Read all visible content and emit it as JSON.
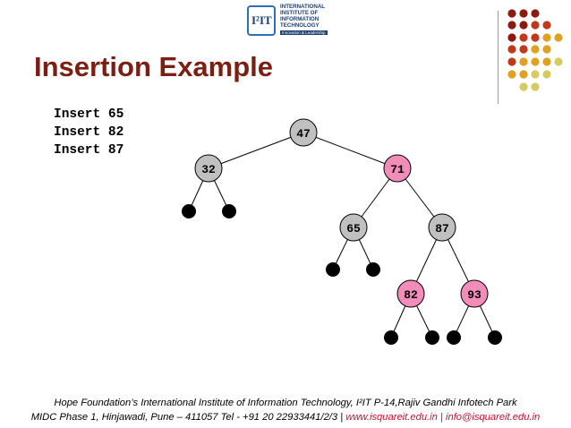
{
  "logo": {
    "mark": "I²IT",
    "lines": [
      "INTERNATIONAL",
      "INSTITUTE OF",
      "INFORMATION",
      "TECHNOLOGY"
    ],
    "tagline": "Innovation & Leadership"
  },
  "slide": {
    "title": "Insertion Example",
    "commands": [
      "Insert 65",
      "Insert 82",
      "Insert 87"
    ]
  },
  "tree": {
    "nodes": [
      {
        "key": "47",
        "color": "gray"
      },
      {
        "key": "32",
        "color": "gray"
      },
      {
        "key": "71",
        "color": "pink"
      },
      {
        "key": "65",
        "color": "gray"
      },
      {
        "key": "87",
        "color": "gray"
      },
      {
        "key": "82",
        "color": "pink"
      },
      {
        "key": "93",
        "color": "pink"
      }
    ],
    "colors": {
      "gray": "#c0c0c0",
      "pink": "#f28cb8",
      "leaf": "#000000"
    }
  },
  "footer": {
    "line1": "Hope Foundation’s International Institute of Information Technology, I²IT P-14,Rajiv Gandhi Infotech Park",
    "line2_prefix": "MIDC Phase 1, Hinjawadi, Pune – 411057 Tel - +91 20 22933441/2/3 | ",
    "website": "www.isquareit.edu.in",
    "separator": " | ",
    "email": "info@isquareit.edu.in"
  },
  "theme": {
    "title_color": "#7a1f12",
    "link_color": "#c8102e",
    "dot_colors": [
      "#8b1a10",
      "#c0391b",
      "#e0a020",
      "#d4cc60"
    ]
  }
}
